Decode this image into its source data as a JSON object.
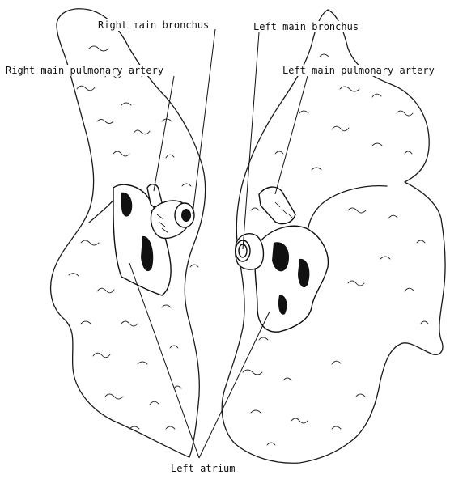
{
  "figure": {
    "labels": {
      "right_main_bronchus": "Right main bronchus",
      "left_main_bronchus": "Left main bronchus",
      "right_main_pulmonary_artery": "Right main pulmonary artery",
      "left_main_pulmonary_artery": "Left main pulmonary artery",
      "left_atrium": "Left atrium"
    }
  }
}
